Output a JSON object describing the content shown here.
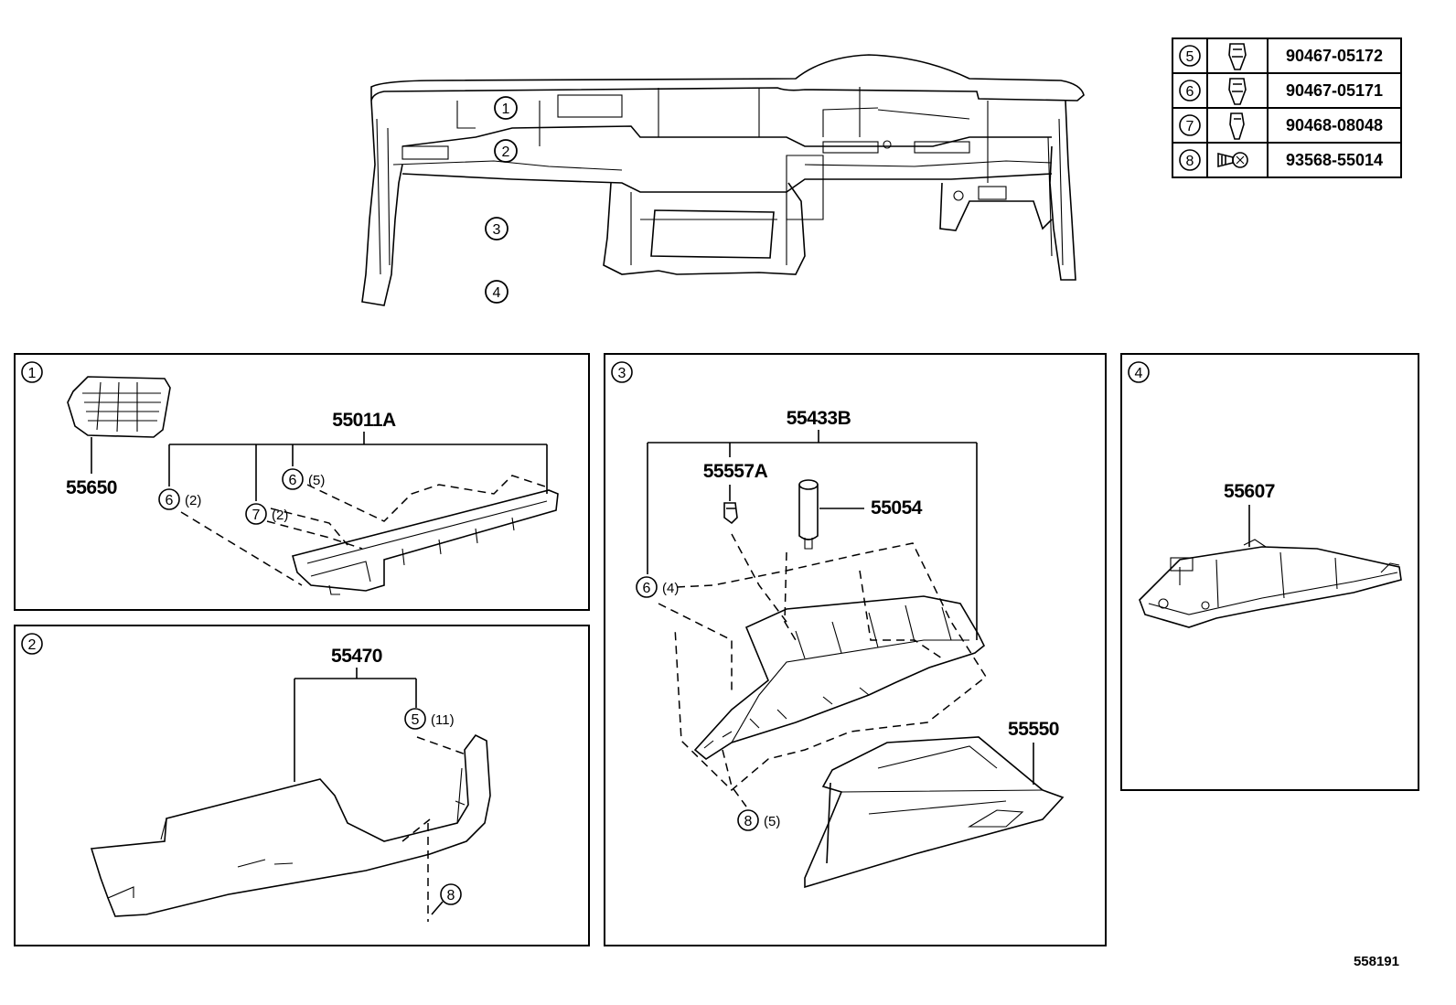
{
  "callouts": {
    "c1": "1",
    "c2": "2",
    "c3": "3",
    "c4": "4",
    "c5": "5",
    "c6": "6",
    "c7": "7",
    "c8": "8"
  },
  "fastener_table": [
    {
      "ref": "5",
      "part_number": "90467-05172",
      "icon": "clip-icon"
    },
    {
      "ref": "6",
      "part_number": "90467-05171",
      "icon": "clip-icon"
    },
    {
      "ref": "7",
      "part_number": "90468-08048",
      "icon": "clip-icon"
    },
    {
      "ref": "8",
      "part_number": "93568-55014",
      "icon": "screw-icon"
    }
  ],
  "panel1": {
    "number": "1",
    "parts": {
      "vent": "55650",
      "panel": "55011A"
    },
    "fasteners": [
      {
        "ref": "6",
        "qty": "(5)"
      },
      {
        "ref": "6",
        "qty": "(2)"
      },
      {
        "ref": "7",
        "qty": "(2)"
      }
    ]
  },
  "panel2": {
    "number": "2",
    "parts": {
      "cover": "55470"
    },
    "fasteners": [
      {
        "ref": "5",
        "qty": "(11)"
      },
      {
        "ref": "8",
        "qty": ""
      }
    ]
  },
  "panel3": {
    "number": "3",
    "parts": {
      "housing": "55433B",
      "bulb": "55557A",
      "damper": "55054",
      "box": "55550"
    },
    "fasteners": [
      {
        "ref": "6",
        "qty": "(4)"
      },
      {
        "ref": "8",
        "qty": "(5)"
      }
    ]
  },
  "panel4": {
    "number": "4",
    "parts": {
      "support": "55607"
    }
  },
  "illustration_id": "558191"
}
